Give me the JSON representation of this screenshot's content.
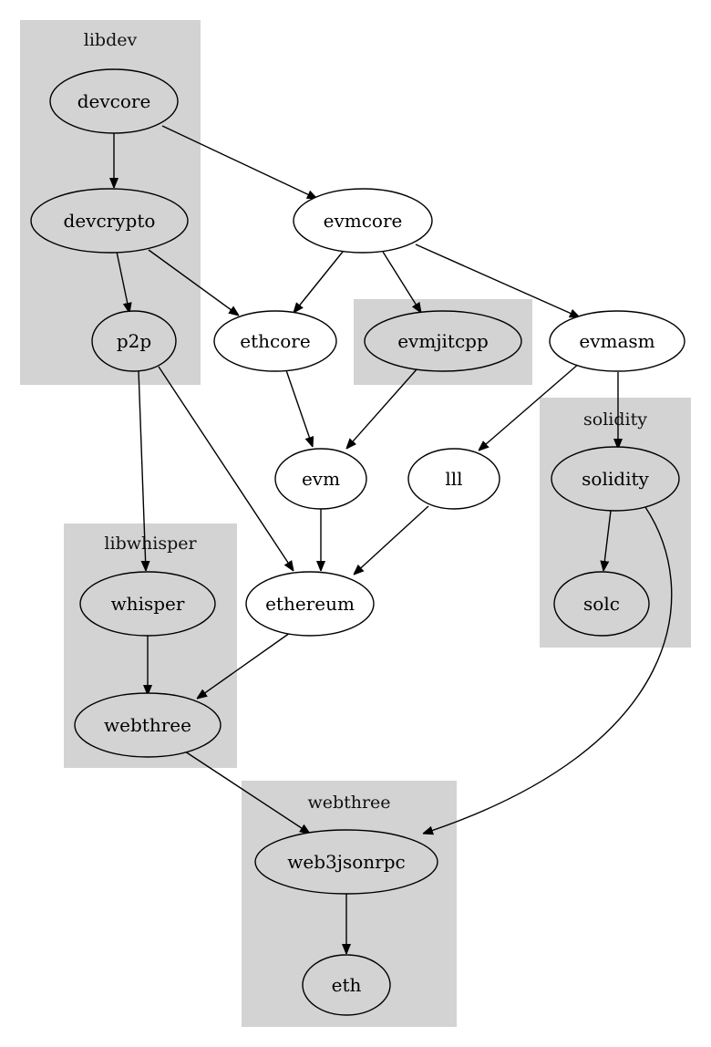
{
  "clusters": [
    {
      "id": "libdev",
      "label": "libdev"
    },
    {
      "id": "evmjit",
      "label": ""
    },
    {
      "id": "solidity",
      "label": "solidity"
    },
    {
      "id": "libwhisper",
      "label": "libwhisper"
    },
    {
      "id": "webthree",
      "label": "webthree"
    }
  ],
  "nodes": [
    {
      "id": "devcore",
      "label": "devcore",
      "clustered": true
    },
    {
      "id": "devcrypto",
      "label": "devcrypto",
      "clustered": true
    },
    {
      "id": "p2p",
      "label": "p2p",
      "clustered": true
    },
    {
      "id": "evmcore",
      "label": "evmcore",
      "clustered": false
    },
    {
      "id": "ethcore",
      "label": "ethcore",
      "clustered": false
    },
    {
      "id": "evmjitcpp",
      "label": "evmjitcpp",
      "clustered": true
    },
    {
      "id": "evmasm",
      "label": "evmasm",
      "clustered": false
    },
    {
      "id": "evm",
      "label": "evm",
      "clustered": false
    },
    {
      "id": "lll",
      "label": "lll",
      "clustered": false
    },
    {
      "id": "solidity",
      "label": "solidity",
      "clustered": true
    },
    {
      "id": "solc",
      "label": "solc",
      "clustered": true
    },
    {
      "id": "whisper",
      "label": "whisper",
      "clustered": true
    },
    {
      "id": "ethereum",
      "label": "ethereum",
      "clustered": false
    },
    {
      "id": "webthree",
      "label": "webthree",
      "clustered": true
    },
    {
      "id": "web3jsonrpc",
      "label": "web3jsonrpc",
      "clustered": true
    },
    {
      "id": "eth",
      "label": "eth",
      "clustered": true
    }
  ],
  "edges": [
    {
      "from": "devcore",
      "to": "devcrypto"
    },
    {
      "from": "devcore",
      "to": "evmcore"
    },
    {
      "from": "devcrypto",
      "to": "p2p"
    },
    {
      "from": "devcrypto",
      "to": "ethcore"
    },
    {
      "from": "evmcore",
      "to": "ethcore"
    },
    {
      "from": "evmcore",
      "to": "evmjitcpp"
    },
    {
      "from": "evmcore",
      "to": "evmasm"
    },
    {
      "from": "p2p",
      "to": "whisper"
    },
    {
      "from": "p2p",
      "to": "ethereum"
    },
    {
      "from": "ethcore",
      "to": "evm"
    },
    {
      "from": "evmjitcpp",
      "to": "evm"
    },
    {
      "from": "evmasm",
      "to": "lll"
    },
    {
      "from": "evmasm",
      "to": "solidity"
    },
    {
      "from": "evm",
      "to": "ethereum"
    },
    {
      "from": "lll",
      "to": "ethereum"
    },
    {
      "from": "solidity",
      "to": "solc"
    },
    {
      "from": "solidity",
      "to": "web3jsonrpc"
    },
    {
      "from": "whisper",
      "to": "webthree"
    },
    {
      "from": "ethereum",
      "to": "webthree"
    },
    {
      "from": "webthree",
      "to": "web3jsonrpc"
    },
    {
      "from": "web3jsonrpc",
      "to": "eth"
    }
  ],
  "colors": {
    "cluster_fill": "#d3d3d3",
    "clustered_node_fill": "#d3d3d3",
    "plain_node_fill": "#ffffff",
    "stroke": "#000000"
  }
}
